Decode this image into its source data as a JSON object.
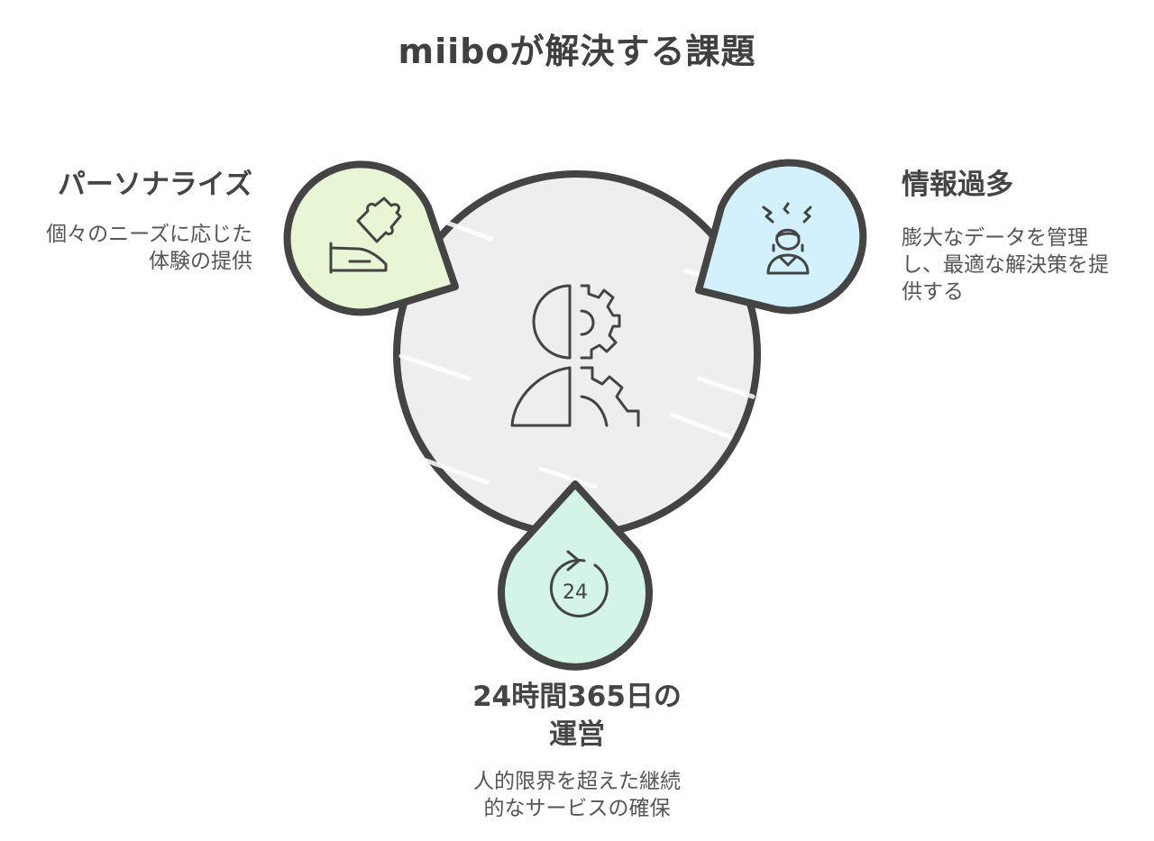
{
  "title": "miiboが解決する課題",
  "colors": {
    "outline": "#444444",
    "center_fill": "#eeeeee",
    "left_fill": "#e8f6d6",
    "right_fill": "#d2f1fc",
    "bottom_fill": "#d3f4e6",
    "text": "#454545"
  },
  "center": {
    "icon": "human-gear-icon"
  },
  "items": [
    {
      "position": "left",
      "heading": "パーソナライズ",
      "description_lines": [
        "個々のニーズに応じた",
        "体験の提供"
      ],
      "icon": "hand-puzzle-icon"
    },
    {
      "position": "right",
      "heading": "情報過多",
      "description_lines": [
        "膨大なデータを管理",
        "し、最適な解決策を提",
        "供する"
      ],
      "icon": "stressed-person-icon"
    },
    {
      "position": "bottom",
      "heading_lines": [
        "24時間365日の",
        "運営"
      ],
      "description_lines": [
        "人的限界を超えた継続",
        "的なサービスの確保"
      ],
      "icon": "24-hour-cycle-icon",
      "icon_text": "24"
    }
  ]
}
